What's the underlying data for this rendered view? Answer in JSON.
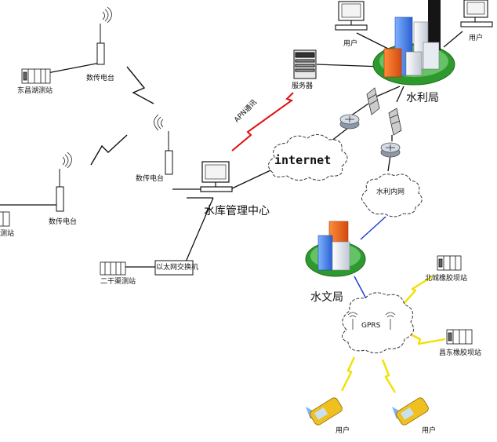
{
  "labels": {
    "station_dongchang": "东昌湖测站",
    "radio_1": "数传电台",
    "radio_2": "数传电台",
    "radio_3": "数传电台",
    "station_partial_left": "测站",
    "station_erganqu": "二干渠测站",
    "ethernet_switch": "以太网交换机",
    "reservoir_center": "水库管理中心",
    "internet": "internet",
    "apn": "APN通讯",
    "server": "服务器",
    "water_bureau": "水利局",
    "water_intranet": "水利内网",
    "hydrology_bureau": "水文局",
    "gprs": "GPRS",
    "north_dam": "北城橡胶坝站",
    "east_dam": "昌东橡胶坝站",
    "user_top_left": "用户",
    "user_top_right": "用户",
    "user_bottom_left": "用户",
    "user_bottom_right": "用户"
  },
  "colors": {
    "line": "#111111",
    "link_blue": "#1a3fd8",
    "lightning_yellow": "#f2e000",
    "apn_red": "#e01010",
    "grass": "#2e9a2e",
    "phone_yellow": "#f0c020"
  }
}
